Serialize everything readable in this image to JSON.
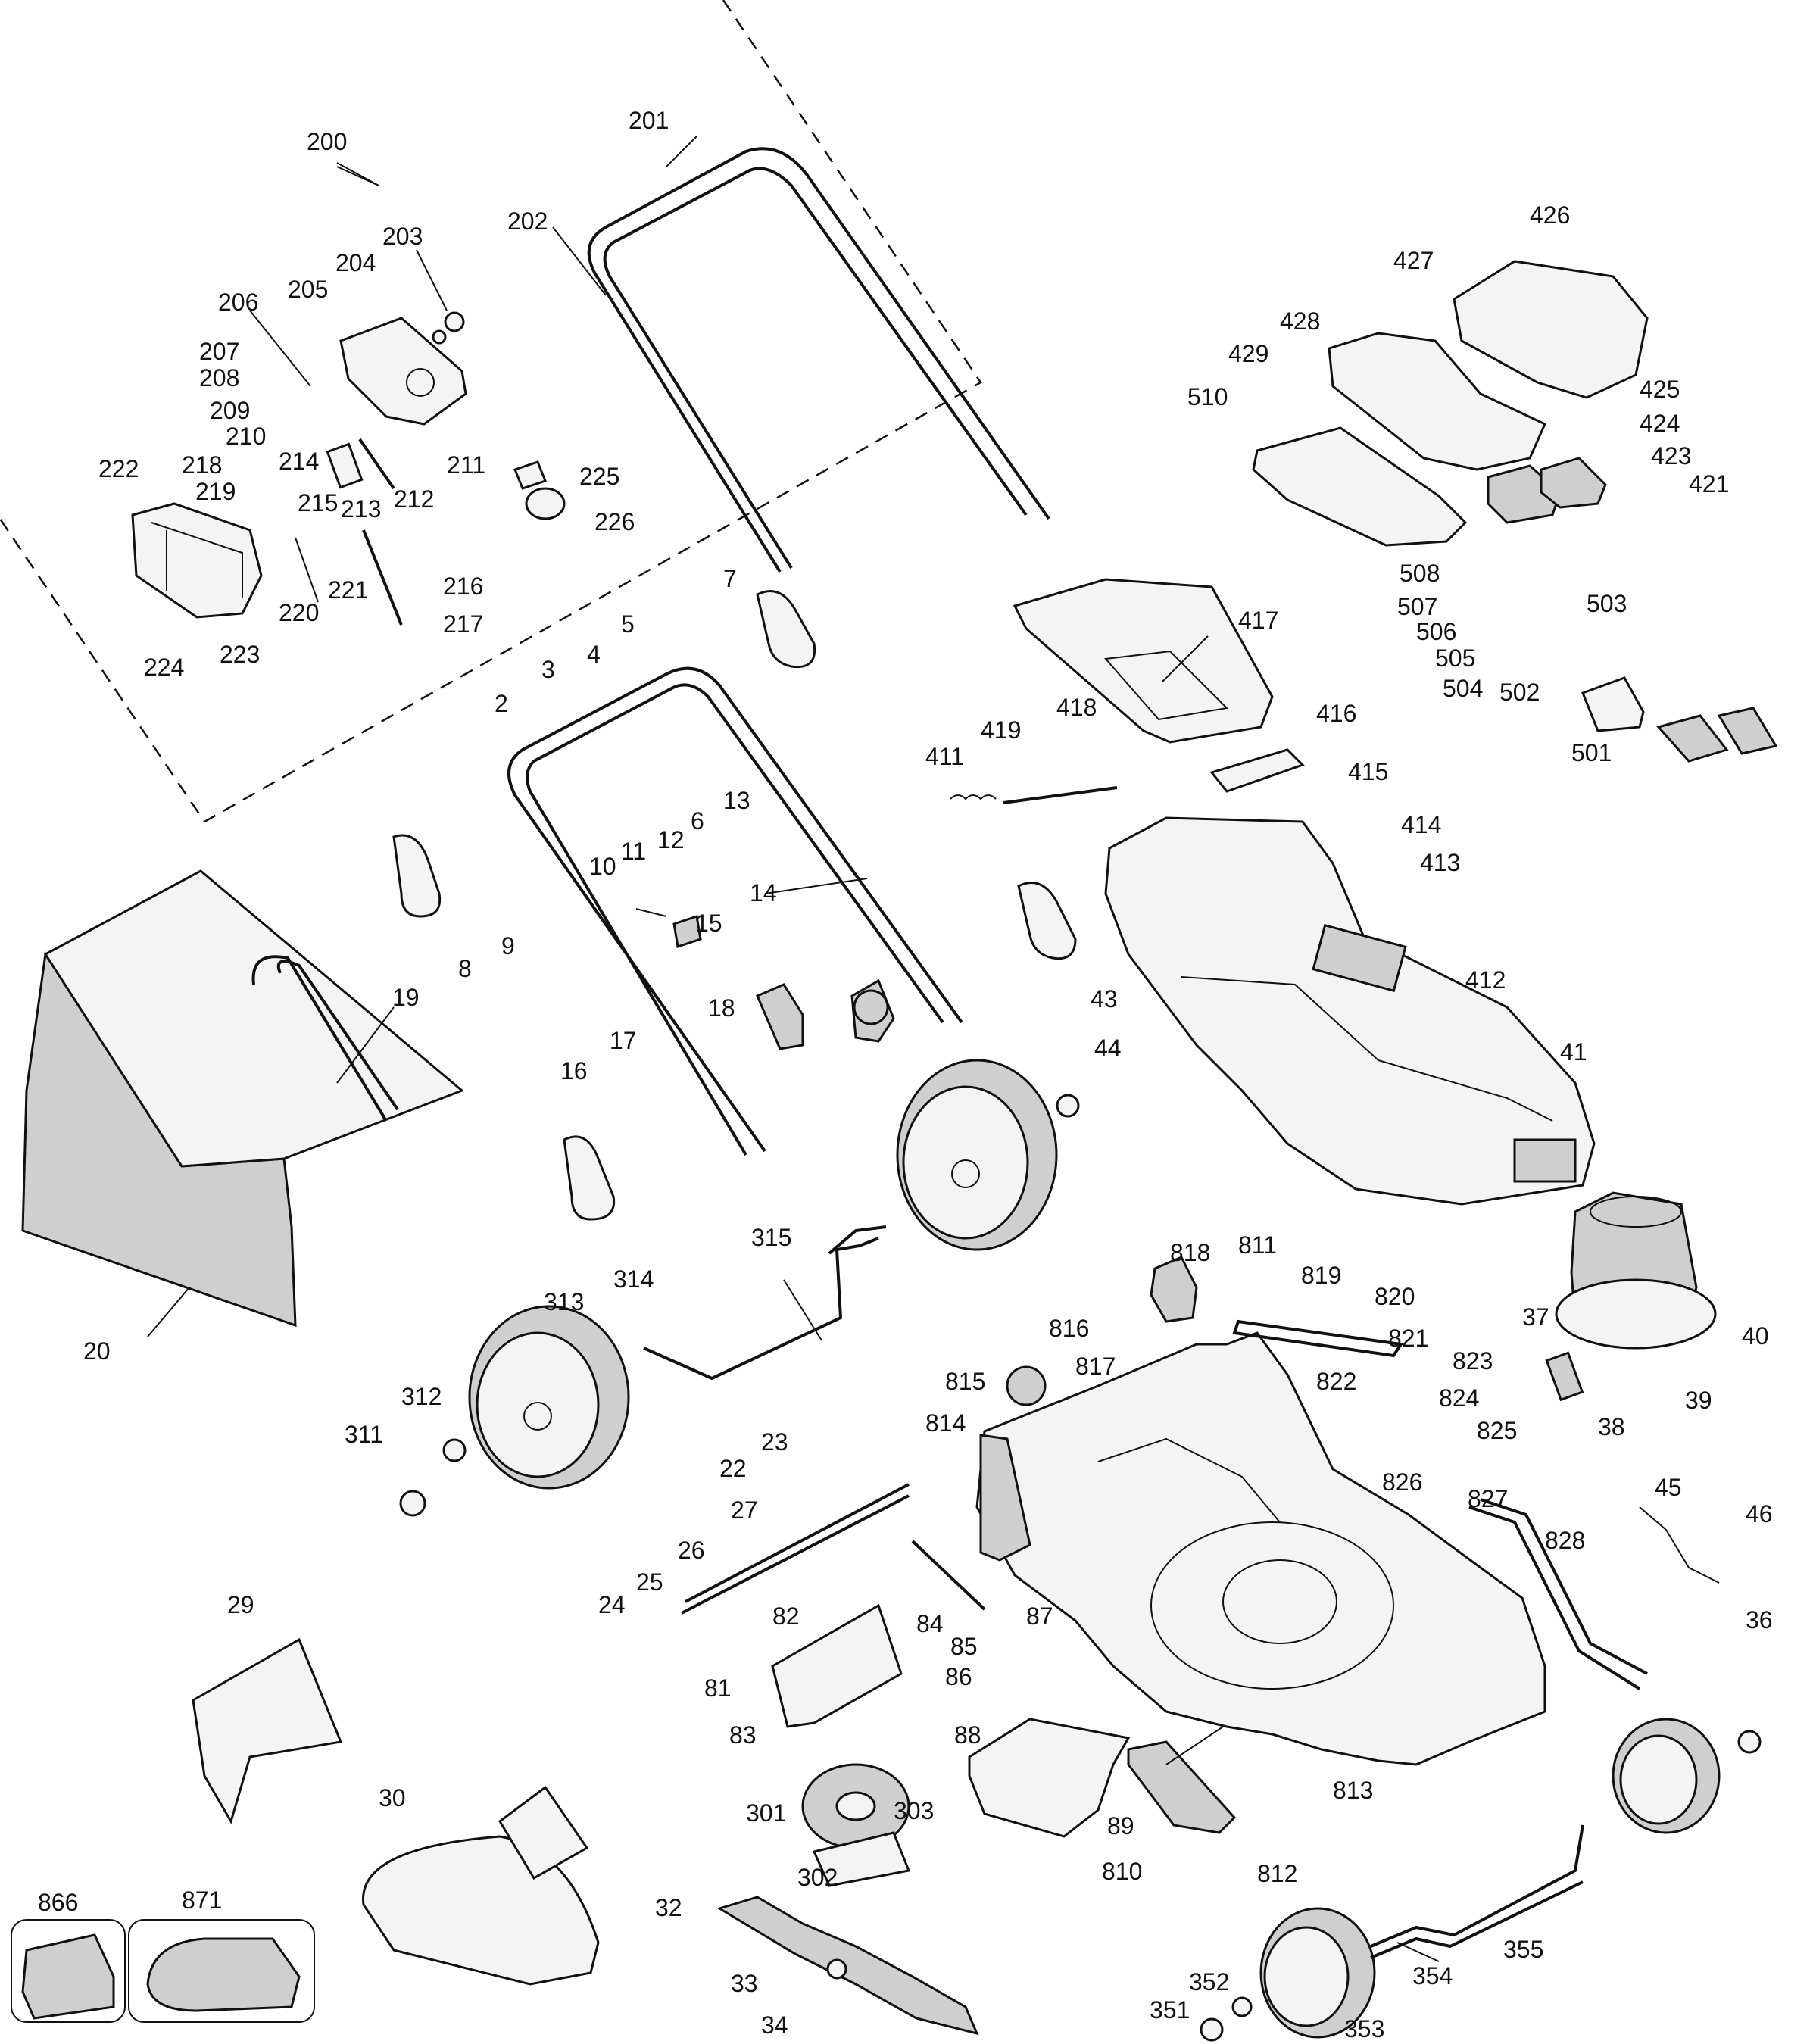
{
  "labels": [
    "200",
    "201",
    "202",
    "203",
    "204",
    "205",
    "206",
    "207",
    "208",
    "209",
    "210",
    "211",
    "212",
    "213",
    "214",
    "215",
    "216",
    "217",
    "218",
    "219",
    "220",
    "221",
    "222",
    "223",
    "224",
    "225",
    "226",
    "2",
    "3",
    "4",
    "5",
    "6",
    "7",
    "8",
    "9",
    "10",
    "11",
    "12",
    "13",
    "14",
    "15",
    "16",
    "17",
    "18",
    "19",
    "20",
    "22",
    "23",
    "24",
    "25",
    "26",
    "27",
    "29",
    "30",
    "32",
    "33",
    "34",
    "36",
    "37",
    "38",
    "39",
    "40",
    "41",
    "43",
    "44",
    "45",
    "46",
    "81",
    "82",
    "83",
    "84",
    "85",
    "86",
    "87",
    "88",
    "89",
    "301",
    "302",
    "303",
    "311",
    "312",
    "313",
    "314",
    "315",
    "351",
    "352",
    "353",
    "354",
    "355",
    "411",
    "412",
    "413",
    "414",
    "415",
    "416",
    "417",
    "418",
    "419",
    "421",
    "423",
    "424",
    "425",
    "426",
    "427",
    "428",
    "429",
    "501",
    "502",
    "503",
    "504",
    "505",
    "506",
    "507",
    "508",
    "510",
    "810",
    "811",
    "812",
    "813",
    "814",
    "815",
    "816",
    "817",
    "818",
    "819",
    "820",
    "821",
    "822",
    "823",
    "824",
    "825",
    "826",
    "827",
    "828",
    "866",
    "871"
  ]
}
